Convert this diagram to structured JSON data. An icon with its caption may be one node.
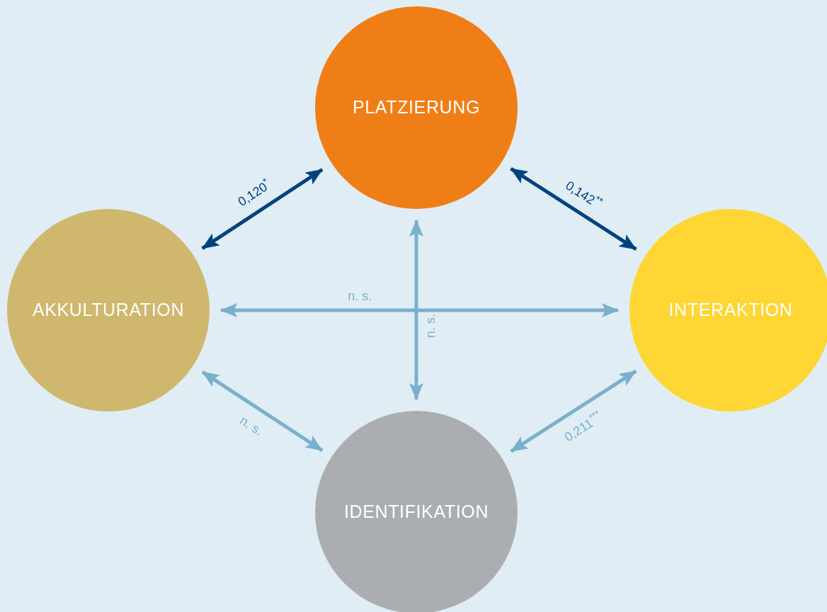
{
  "diagram": {
    "nodes": [
      {
        "text": [
          "PLATZIERUNG"
        ]
      },
      {
        "text": [
          "AKKULTURATION"
        ]
      },
      {
        "text": [
          "INTERAKTION"
        ]
      },
      {
        "text": [
          "IDENTIFIKATION"
        ]
      }
    ],
    "edges": [
      {
        "from": 1,
        "to": 0,
        "arrow": "both",
        "label": "0,120$^{*}$",
        "color": "#00427f"
      },
      {
        "from": 0,
        "to": 2,
        "arrow": "both",
        "label": "0,142$^{**}$",
        "color": "#00427f"
      },
      {
        "from": 1,
        "to": 2,
        "arrow": "both",
        "label": "n. s."
      },
      {
        "from": 0,
        "to": 3,
        "arrow": "both",
        "label": "n. s."
      },
      {
        "from": 1,
        "to": 3,
        "arrow": "both",
        "label": "n. s."
      },
      {
        "from": 2,
        "to": 3,
        "arrow": "both",
        "label": "0,211$^{***}$"
      }
    ]
  }
}
